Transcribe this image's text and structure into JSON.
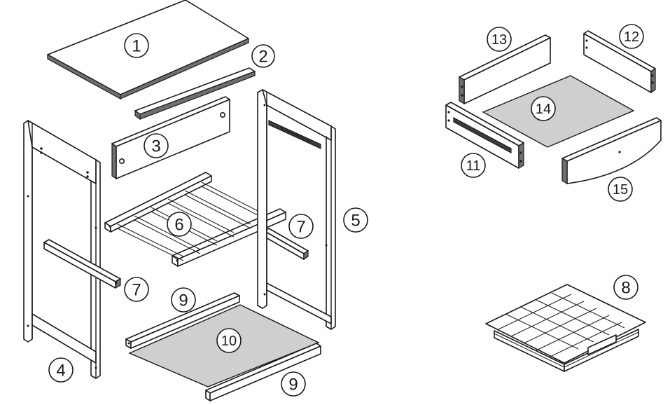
{
  "callouts": [
    {
      "id": "1",
      "label": "1"
    },
    {
      "id": "2",
      "label": "2"
    },
    {
      "id": "3",
      "label": "3"
    },
    {
      "id": "4",
      "label": "4"
    },
    {
      "id": "5",
      "label": "5"
    },
    {
      "id": "6",
      "label": "6"
    },
    {
      "id": "7a",
      "label": "7"
    },
    {
      "id": "7b",
      "label": "7"
    },
    {
      "id": "8",
      "label": "8"
    },
    {
      "id": "9a",
      "label": "9"
    },
    {
      "id": "9b",
      "label": "9"
    },
    {
      "id": "10",
      "label": "10"
    },
    {
      "id": "11",
      "label": "11"
    },
    {
      "id": "12",
      "label": "12"
    },
    {
      "id": "13",
      "label": "13"
    },
    {
      "id": "14",
      "label": "14"
    },
    {
      "id": "15",
      "label": "15"
    }
  ]
}
